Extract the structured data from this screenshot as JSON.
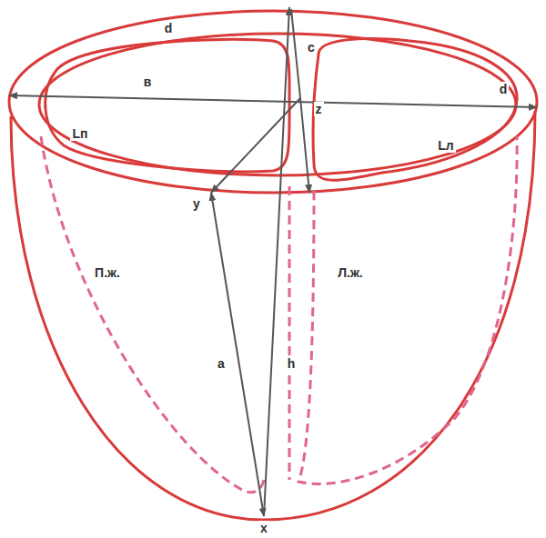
{
  "diagram": {
    "labels": [
      "d",
      "c",
      "d",
      "в",
      "z",
      "Lп",
      "Lл",
      "y",
      "П.ж.",
      "Л.ж.",
      "a",
      "h",
      "x"
    ]
  }
}
